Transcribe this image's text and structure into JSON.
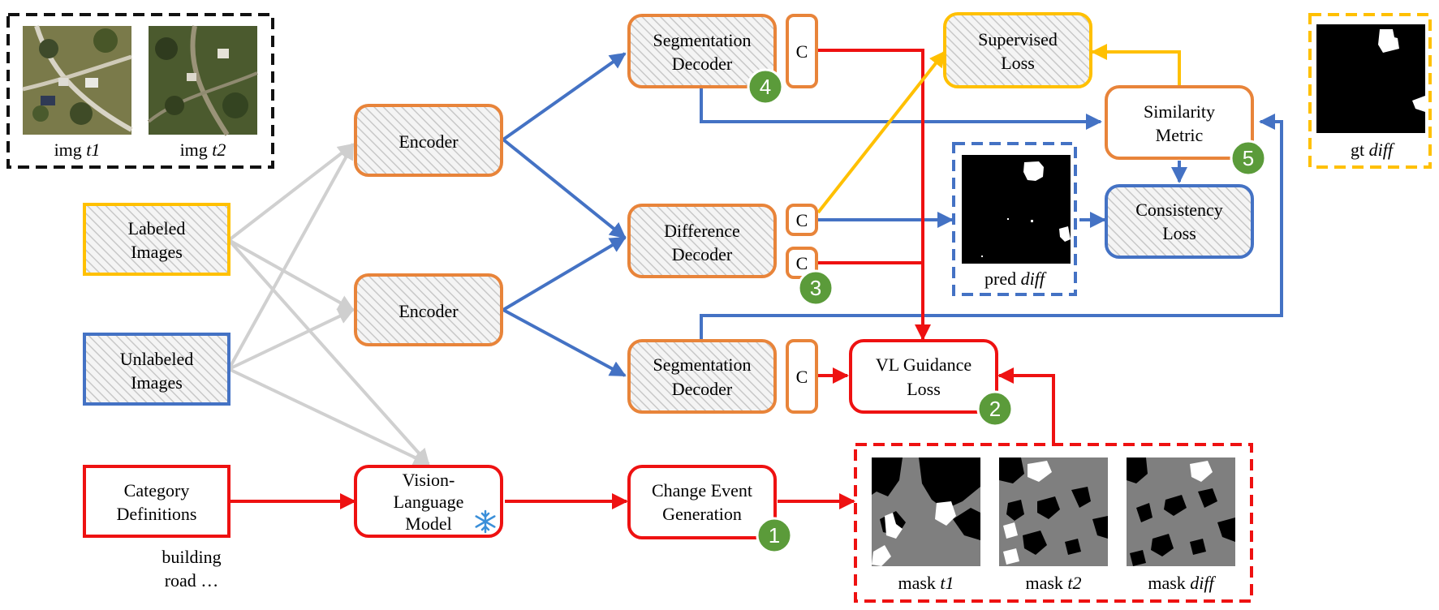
{
  "colors": {
    "orange": "#e8843a",
    "red": "#ee1111",
    "blue": "#4472c4",
    "gold": "#ffc000",
    "gray": "#cfcfcf",
    "green": "#5b9b3a",
    "black": "#111111",
    "hatch": "#c8c8c8"
  },
  "images": {
    "t1": {
      "label_prefix": "img ",
      "label_italic": "t1"
    },
    "t2": {
      "label_prefix": "img ",
      "label_italic": "t2"
    }
  },
  "inputs": {
    "labeled": {
      "line1": "Labeled",
      "line2": "Images"
    },
    "unlabeled": {
      "line1": "Unlabeled",
      "line2": "Images"
    },
    "category": {
      "line1": "Category",
      "line2": "Definitions"
    },
    "category_examples": {
      "line1": "building",
      "line2": "road …"
    }
  },
  "modules": {
    "encoder_top": "Encoder",
    "encoder_bottom": "Encoder",
    "vlm": {
      "line1": "Vision-",
      "line2": "Language",
      "line3": "Model"
    },
    "seg_decoder_top": {
      "line1": "Segmentation",
      "line2": "Decoder"
    },
    "diff_decoder": {
      "line1": "Difference",
      "line2": "Decoder"
    },
    "seg_decoder_bottom": {
      "line1": "Segmentation",
      "line2": "Decoder"
    },
    "change_event": {
      "line1": "Change Event",
      "line2": "Generation"
    },
    "concat": "C"
  },
  "losses": {
    "supervised": {
      "line1": "Supervised",
      "line2": "Loss"
    },
    "similarity": {
      "line1": "Similarity",
      "line2": "Metric"
    },
    "consistency": {
      "line1": "Consistency",
      "line2": "Loss"
    },
    "vl_guidance": {
      "line1": "VL Guidance",
      "line2": "Loss"
    }
  },
  "outputs": {
    "pred_diff": {
      "label_prefix": "pred ",
      "label_italic": "diff"
    },
    "gt_diff": {
      "label_prefix": "gt ",
      "label_italic": "diff"
    },
    "mask_t1": {
      "label_prefix": "mask ",
      "label_italic": "t1"
    },
    "mask_t2": {
      "label_prefix": "mask ",
      "label_italic": "t2"
    },
    "mask_diff": {
      "label_prefix": "mask ",
      "label_italic": "diff"
    }
  },
  "steps": [
    "1",
    "2",
    "3",
    "4",
    "5"
  ]
}
